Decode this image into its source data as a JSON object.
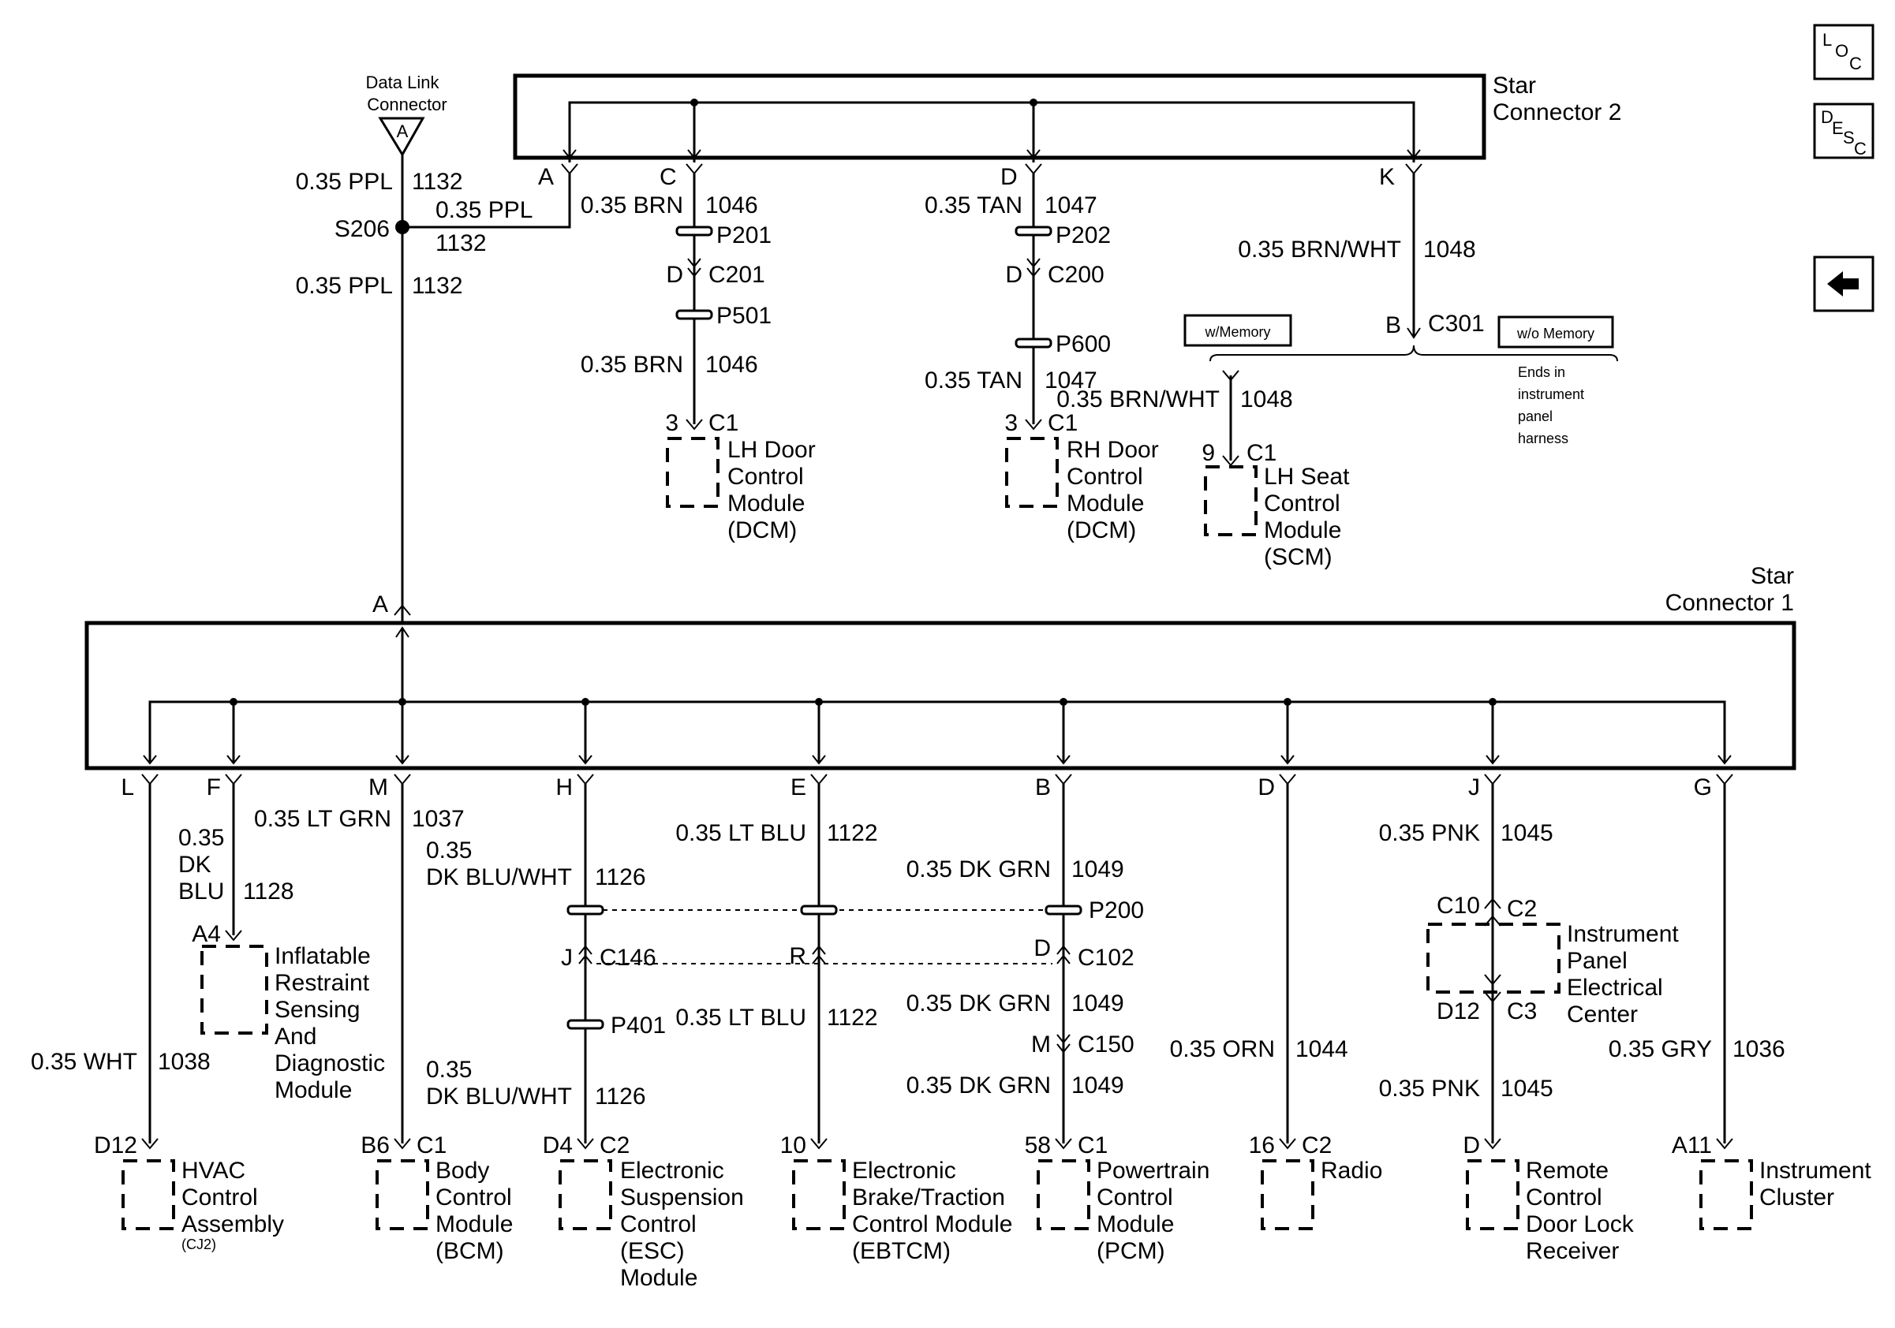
{
  "nav": {
    "loc_button": {
      "l": "L",
      "o": "O",
      "c": "C"
    },
    "desc_button": {
      "d": "D",
      "e": "E",
      "s": "S",
      "c": "C"
    },
    "back_icon": "left-arrow-icon"
  },
  "dlc": {
    "title_line1": "Data Link",
    "title_line2": "Connector",
    "pin": "A",
    "wire_top": "0.35 PPL",
    "circuit_top": "1132",
    "splice": "S206",
    "wire_branch": "0.35 PPL",
    "circuit_branch": "1132",
    "wire_bottom": "0.35 PPL",
    "circuit_bottom": "1132"
  },
  "star2": {
    "title_line1": "Star",
    "title_line2": "Connector  2",
    "pins": {
      "a": "A",
      "c": "C",
      "d": "D",
      "k": "K"
    },
    "lh_door": {
      "wire1": "0.35 BRN",
      "circuit1": "1046",
      "p1": "P201",
      "conn_pin": "D",
      "conn": "C201",
      "p2": "P501",
      "wire2": "0.35 BRN",
      "circuit2": "1046",
      "pin": "3",
      "module_conn": "C1",
      "name1": "LH Door",
      "name2": "Control",
      "name3": "Module",
      "name4": "(DCM)"
    },
    "rh_door": {
      "wire1": "0.35 TAN",
      "circuit1": "1047",
      "p1": "P202",
      "conn_pin": "D",
      "conn": "C200",
      "p2": "P600",
      "wire2": "0.35 TAN",
      "circuit2": "1047",
      "pin": "3",
      "module_conn": "C1",
      "name1": "RH Door",
      "name2": "Control",
      "name3": "Module",
      "name4": "(DCM)"
    },
    "lh_seat": {
      "wire1": "0.35 BRN/WHT",
      "circuit1": "1048",
      "conn_pin": "B",
      "conn": "C301",
      "with_memory": "w/Memory",
      "without_memory": "w/o Memory",
      "ends1": "Ends in",
      "ends2": "instrument",
      "ends3": "panel",
      "ends4": "harness",
      "wire2": "0.35 BRN/WHT",
      "circuit2": "1048",
      "pin": "9",
      "module_conn": "C1",
      "name1": "LH Seat",
      "name2": "Control",
      "name3": "Module",
      "name4": "(SCM)"
    }
  },
  "star1": {
    "title_line1": "Star",
    "title_line2": "Connector 1",
    "pin_top": "A",
    "pins": {
      "l": "L",
      "f": "F",
      "m": "M",
      "h": "H",
      "e": "E",
      "b": "B",
      "d": "D",
      "j": "J",
      "g": "G"
    },
    "hvac": {
      "wire": "0.35 WHT",
      "circuit": "1038",
      "pin": "D12",
      "name1": "HVAC",
      "name2": "Control",
      "name3": "Assembly",
      "name4": "(CJ2)"
    },
    "irsdm": {
      "wire1": "0.35",
      "wire2": "DK",
      "wire3": "BLU",
      "circuit": "1128",
      "pin": "A4",
      "name1": "Inflatable",
      "name2": "Restraint",
      "name3": "Sensing",
      "name4": "And",
      "name5": "Diagnostic",
      "name6": "Module"
    },
    "bcm": {
      "wire": "0.35 LT GRN",
      "circuit": "1037",
      "pin": "B6",
      "conn": "C1",
      "name1": "Body",
      "name2": "Control",
      "name3": "Module",
      "name4": "(BCM)"
    },
    "esc": {
      "wire1a": "0.35",
      "wire1b": "DK BLU/WHT",
      "circuit1": "1126",
      "conn_pin": "J",
      "conn": "C146",
      "splice": "P401",
      "wire2a": "0.35",
      "wire2b": "DK BLU/WHT",
      "circuit2": "1126",
      "pin": "D4",
      "module_conn": "C2",
      "name1": "Electronic",
      "name2": "Suspension",
      "name3": "Control",
      "name4": "(ESC)",
      "name5": "Module"
    },
    "ebtcm": {
      "wire1": "0.35 LT BLU",
      "circuit1": "1122",
      "conn_pin": "R",
      "wire2": "0.35 LT BLU",
      "circuit2": "1122",
      "pin": "10",
      "name1": "Electronic",
      "name2": "Brake/Traction",
      "name3": "Control Module",
      "name4": "(EBTCM)"
    },
    "pcm": {
      "wire1": "0.35 DK GRN",
      "circuit1": "1049",
      "splice": "P200",
      "conn_pin": "D",
      "conn": "C102",
      "wire2": "0.35 DK GRN",
      "circuit2": "1049",
      "conn2_pin": "M",
      "conn2": "C150",
      "wire3": "0.35 DK GRN",
      "circuit3": "1049",
      "pin": "58",
      "module_conn": "C1",
      "name1": "Powertrain",
      "name2": "Control",
      "name3": "Module",
      "name4": "(PCM)"
    },
    "radio": {
      "wire": "0.35 ORN",
      "circuit": "1044",
      "pin": "16",
      "conn": "C2",
      "name1": "Radio"
    },
    "rcdlr": {
      "wire1": "0.35 PNK",
      "circuit1": "1045",
      "ipec_in_pin": "C10",
      "ipec_in_conn": "C2",
      "ipec_name1": "Instrument",
      "ipec_name2": "Panel",
      "ipec_name3": "Electrical",
      "ipec_name4": "Center",
      "ipec_out_pin": "D12",
      "ipec_out_conn": "C3",
      "wire2": "0.35 PNK",
      "circuit2": "1045",
      "pin": "D",
      "name1": "Remote",
      "name2": "Control",
      "name3": "Door Lock",
      "name4": "Receiver"
    },
    "cluster": {
      "wire": "0.35 GRY",
      "circuit": "1036",
      "pin": "A11",
      "name1": "Instrument",
      "name2": "Cluster"
    }
  }
}
